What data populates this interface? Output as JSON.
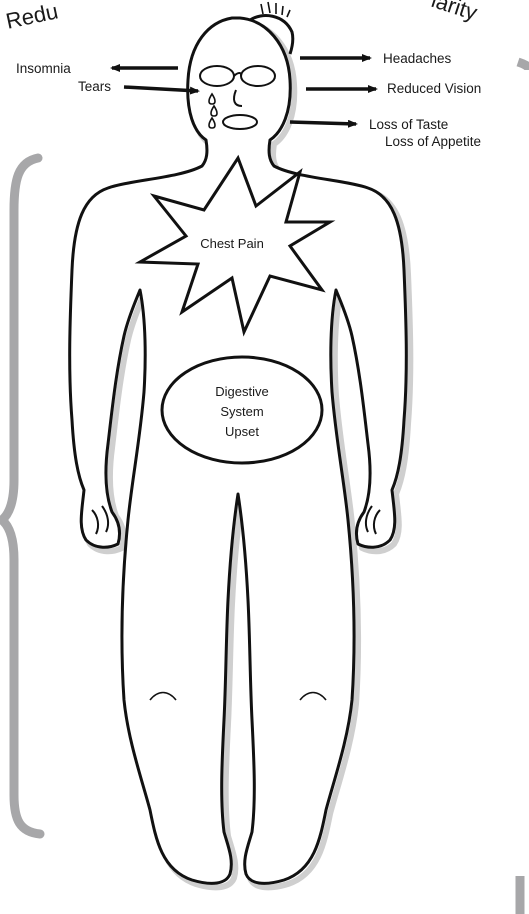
{
  "top_arc_text_left": "Redu",
  "top_arc_text_right": "larity",
  "labels": {
    "insomnia": "Insomnia",
    "tears": "Tears",
    "headaches": "Headaches",
    "reduced_vision": "Reduced Vision",
    "loss_of_taste": "Loss of Taste",
    "loss_of_appetite": "Loss of Appetite",
    "chest_pain": "Chest Pain",
    "digestive_1": "Digestive",
    "digestive_2": "System",
    "digestive_3": "Upset"
  },
  "colors": {
    "outline": "#111111",
    "bracket": "#a7a7a9",
    "shadow": "#cfcfcf"
  }
}
